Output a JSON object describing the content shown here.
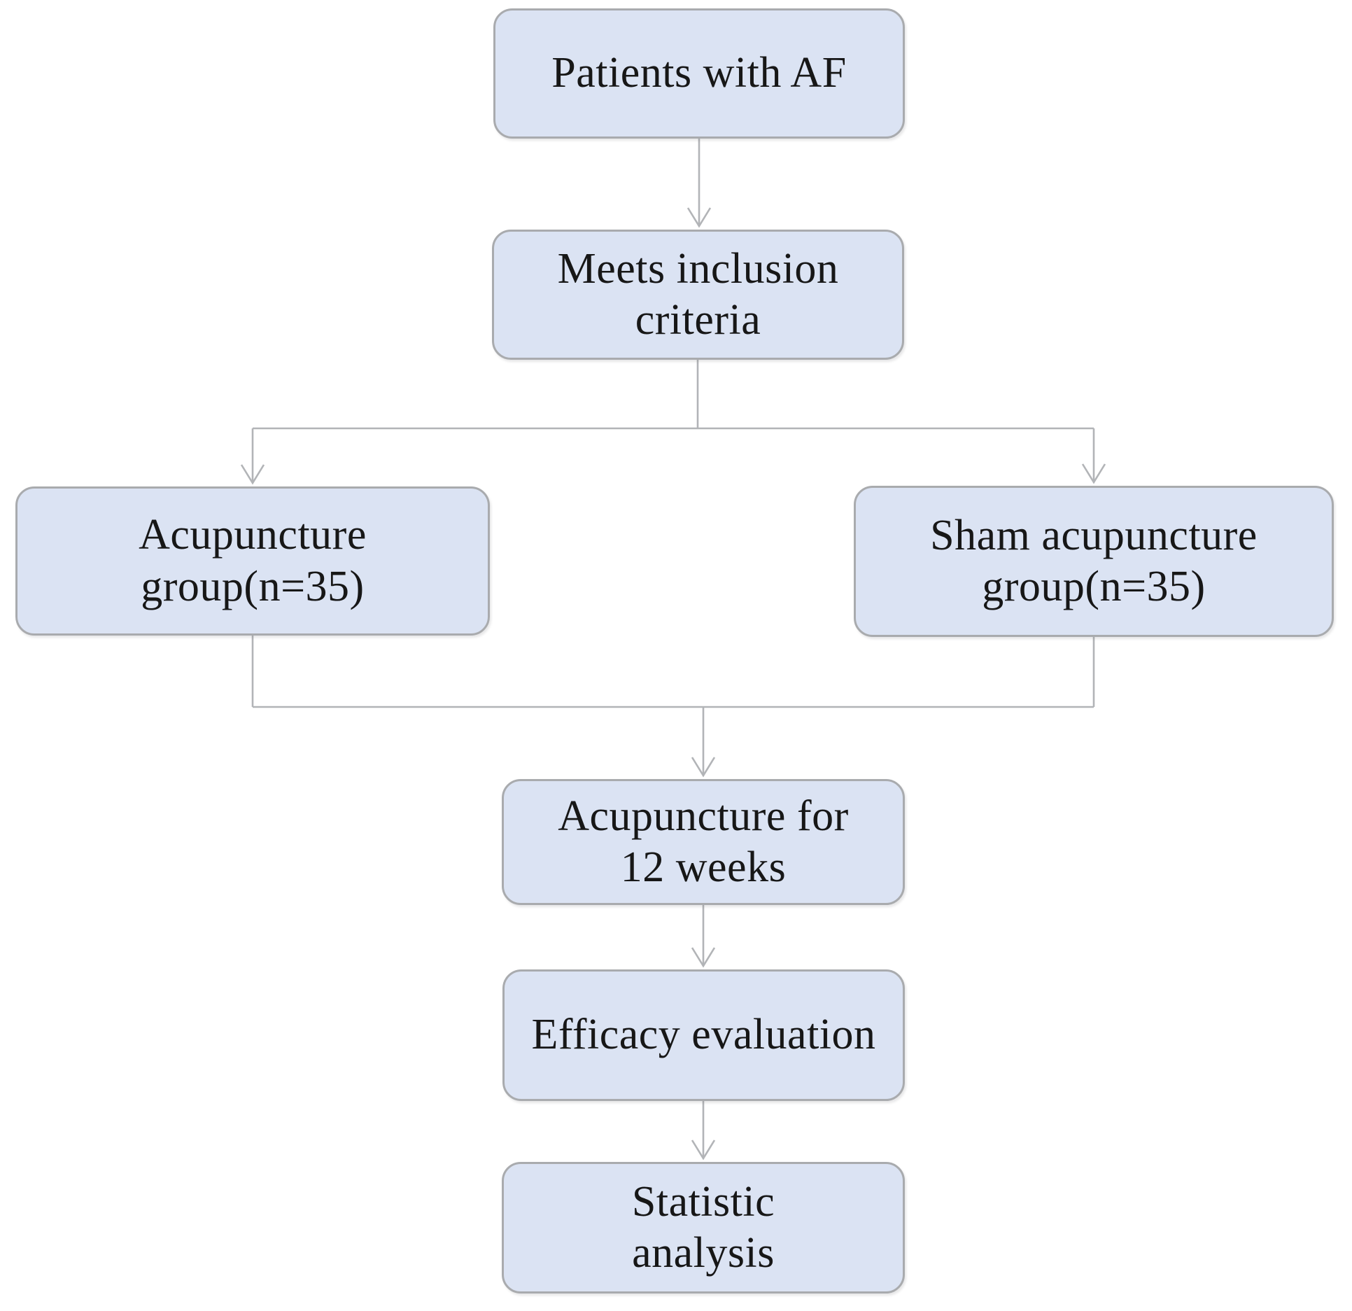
{
  "diagram": {
    "type": "flowchart",
    "nodes": {
      "patients": {
        "label": "Patients with AF"
      },
      "inclusion": {
        "label": "Meets inclusion\ncriteria"
      },
      "acupuncture_group": {
        "label": "Acupuncture\ngroup(n=35)"
      },
      "sham_group": {
        "label": "Sham acupuncture\ngroup(n=35)"
      },
      "treatment": {
        "label": "Acupuncture for\n12 weeks"
      },
      "efficacy": {
        "label": "Efficacy evaluation"
      },
      "statistics": {
        "label": "Statistic\nanalysis"
      }
    },
    "edges": [
      {
        "from": "patients",
        "to": "inclusion"
      },
      {
        "from": "inclusion",
        "to": "acupuncture_group"
      },
      {
        "from": "inclusion",
        "to": "sham_group"
      },
      {
        "from": "acupuncture_group",
        "to": "treatment"
      },
      {
        "from": "sham_group",
        "to": "treatment"
      },
      {
        "from": "treatment",
        "to": "efficacy"
      },
      {
        "from": "efficacy",
        "to": "statistics"
      }
    ],
    "colors": {
      "node_fill": "#dbe3f3",
      "node_border": "#a9abae",
      "connector": "#b2b4b7",
      "text": "#171717",
      "background": "#ffffff"
    }
  }
}
